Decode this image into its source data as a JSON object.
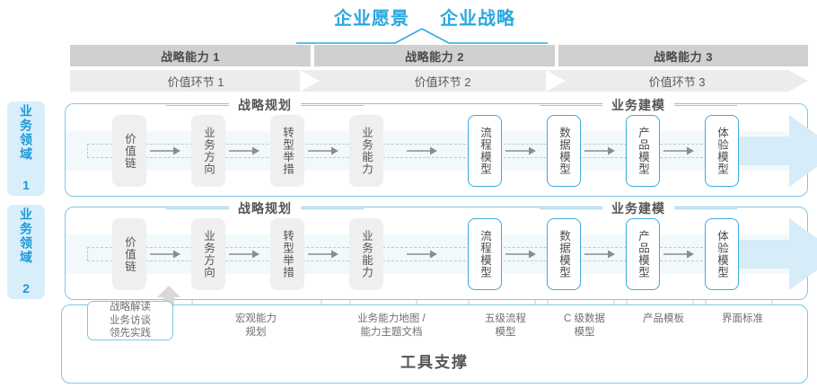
{
  "header": {
    "vision_title": "企业愿景",
    "strategy_title": "企业战略"
  },
  "capabilities": [
    {
      "label": "战略能力 1"
    },
    {
      "label": "战略能力 2"
    },
    {
      "label": "战略能力 3"
    }
  ],
  "value_links": [
    {
      "label": "价值环节 1"
    },
    {
      "label": "价值环节 2"
    },
    {
      "label": "价值环节 3"
    }
  ],
  "domains": [
    {
      "label": "业务领域 1"
    },
    {
      "label": "业务领域 2"
    }
  ],
  "sections": {
    "planning": "战略规划",
    "modeling": "业务建模"
  },
  "row1_nodes": [
    {
      "label": "价值链",
      "style": "grey"
    },
    {
      "label": "业务方向",
      "style": "grey"
    },
    {
      "label": "转型举措",
      "style": "grey"
    },
    {
      "label": "业务能力",
      "style": "grey"
    },
    {
      "label": "流程模型",
      "style": "blue"
    },
    {
      "label": "数据模型",
      "style": "blue"
    },
    {
      "label": "产品模型",
      "style": "blue"
    },
    {
      "label": "体验模型",
      "style": "blue"
    }
  ],
  "row2_nodes": [
    {
      "label": "价值链",
      "style": "grey"
    },
    {
      "label": "业务方向",
      "style": "grey"
    },
    {
      "label": "转型举措",
      "style": "grey"
    },
    {
      "label": "业务能力",
      "style": "grey"
    },
    {
      "label": "流程模型",
      "style": "blue"
    },
    {
      "label": "数据模型",
      "style": "blue"
    },
    {
      "label": "产品模型",
      "style": "blue"
    },
    {
      "label": "体验模型",
      "style": "blue"
    }
  ],
  "tools": {
    "footer_title": "工具支撑",
    "primary_box": "战略解读\n业务访谈\n领先实践",
    "labels": [
      {
        "text": "宏观能力\n规划"
      },
      {
        "text": "业务能力地图 /\n能力主题文档"
      },
      {
        "text": "五级流程\n模型"
      },
      {
        "text": "C 级数据\n模型"
      },
      {
        "text": "产品模板"
      },
      {
        "text": "界面标准"
      }
    ]
  },
  "colors": {
    "accent_blue": "#29a8e0",
    "panel_border": "#7fc6e8",
    "capability_bar": "#d0d0d0",
    "value_bar": "#ececec",
    "node_grey": "#efefef",
    "band": "#f2f9fd",
    "domain_tab": "#d9eefb"
  }
}
